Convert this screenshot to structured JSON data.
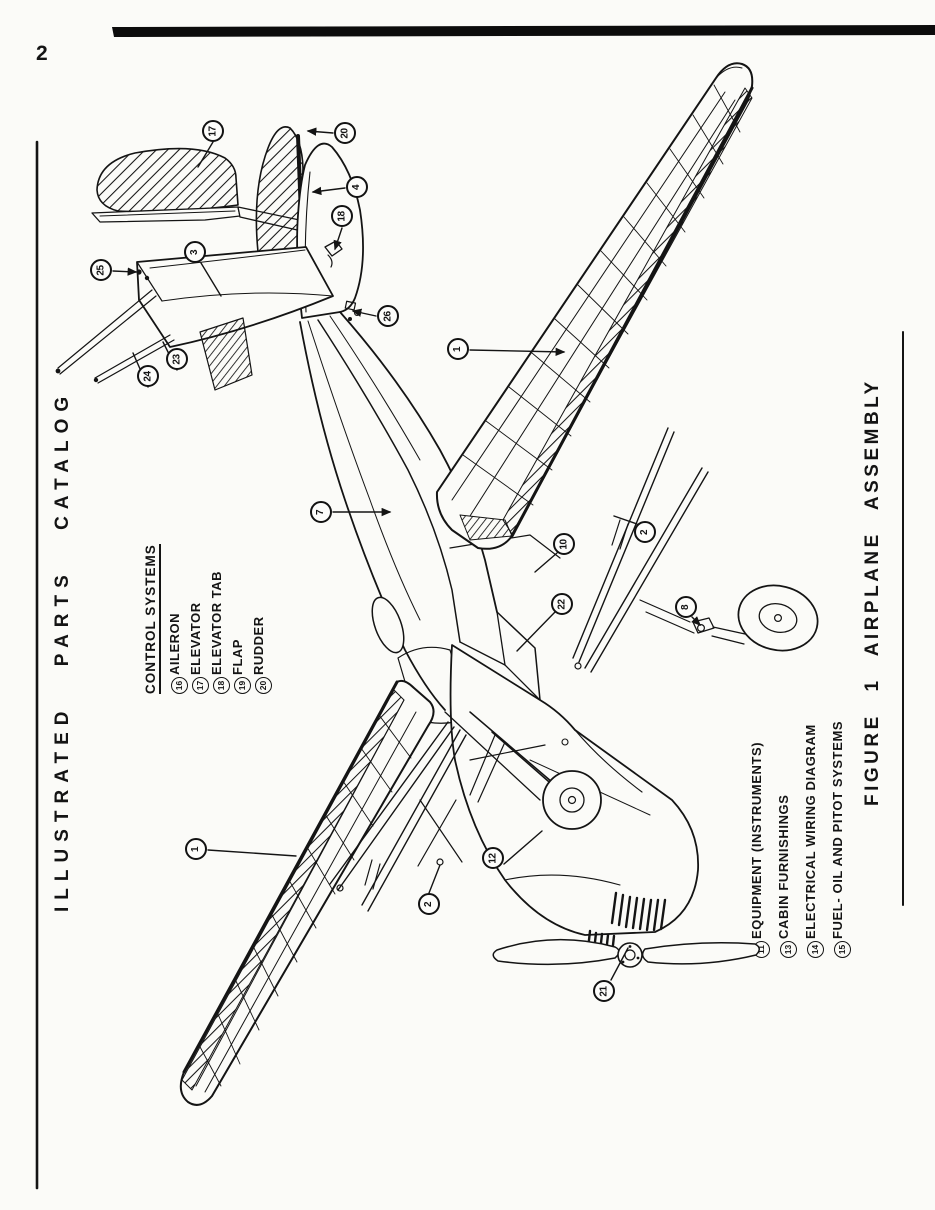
{
  "page": {
    "number": "2"
  },
  "side_titles": {
    "left": "ILLUSTRATED PARTS CATALOG",
    "right": "FIGURE 1 AIRPLANE ASSEMBLY"
  },
  "legend_control": {
    "title": "CONTROL SYSTEMS",
    "items": [
      {
        "num": "16",
        "label": "AILERON"
      },
      {
        "num": "17",
        "label": "ELEVATOR"
      },
      {
        "num": "18",
        "label": "ELEVATOR TAB"
      },
      {
        "num": "19",
        "label": "FLAP"
      },
      {
        "num": "20",
        "label": "RUDDER"
      }
    ]
  },
  "legend_systems": {
    "items": [
      {
        "num": "11",
        "label": "EQUIPMENT (INSTRUMENTS)"
      },
      {
        "num": "13",
        "label": "CABIN FURNISHINGS"
      },
      {
        "num": "14",
        "label": "ELECTRICAL WIRING DIAGRAM"
      },
      {
        "num": "15",
        "label": "FUEL- OIL AND PITOT SYSTEMS"
      }
    ]
  },
  "callouts": [
    {
      "label": "17"
    },
    {
      "label": "20"
    },
    {
      "label": "4"
    },
    {
      "label": "18"
    },
    {
      "label": "3"
    },
    {
      "label": "25"
    },
    {
      "label": "23"
    },
    {
      "label": "24"
    },
    {
      "label": "26"
    },
    {
      "label": "1"
    },
    {
      "label": "7"
    },
    {
      "label": "10"
    },
    {
      "label": "22"
    },
    {
      "label": "2"
    },
    {
      "label": "8"
    },
    {
      "label": "1"
    },
    {
      "label": "2"
    },
    {
      "label": "12"
    },
    {
      "label": "21"
    }
  ],
  "ink_color": "#141414",
  "paper_color": "#fbfbf8"
}
